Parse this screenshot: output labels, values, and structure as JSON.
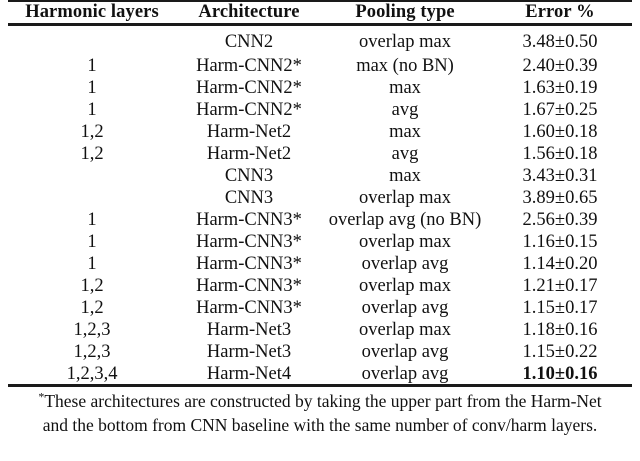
{
  "table": {
    "columns": [
      "Harmonic layers",
      "Architecture",
      "Pooling type",
      "Error %"
    ],
    "rows": [
      {
        "layers": "",
        "architecture": "CNN2",
        "pooling": "overlap max",
        "error": "3.48±0.50",
        "best": false
      },
      {
        "layers": "1",
        "architecture": "Harm-CNN2*",
        "pooling": "max (no BN)",
        "error": "2.40±0.39",
        "best": false
      },
      {
        "layers": "1",
        "architecture": "Harm-CNN2*",
        "pooling": "max",
        "error": "1.63±0.19",
        "best": false
      },
      {
        "layers": "1",
        "architecture": "Harm-CNN2*",
        "pooling": "avg",
        "error": "1.67±0.25",
        "best": false
      },
      {
        "layers": "1,2",
        "architecture": "Harm-Net2",
        "pooling": "max",
        "error": "1.60±0.18",
        "best": false
      },
      {
        "layers": "1,2",
        "architecture": "Harm-Net2",
        "pooling": "avg",
        "error": "1.56±0.18",
        "best": false
      },
      {
        "layers": "",
        "architecture": "CNN3",
        "pooling": "max",
        "error": "3.43±0.31",
        "best": false
      },
      {
        "layers": "",
        "architecture": "CNN3",
        "pooling": "overlap max",
        "error": "3.89±0.65",
        "best": false
      },
      {
        "layers": "1",
        "architecture": "Harm-CNN3*",
        "pooling": "overlap avg (no BN)",
        "error": "2.56±0.39",
        "best": false
      },
      {
        "layers": "1",
        "architecture": "Harm-CNN3*",
        "pooling": "overlap max",
        "error": "1.16±0.15",
        "best": false
      },
      {
        "layers": "1",
        "architecture": "Harm-CNN3*",
        "pooling": "overlap avg",
        "error": "1.14±0.20",
        "best": false
      },
      {
        "layers": "1,2",
        "architecture": "Harm-CNN3*",
        "pooling": "overlap max",
        "error": "1.21±0.17",
        "best": false
      },
      {
        "layers": "1,2",
        "architecture": "Harm-CNN3*",
        "pooling": "overlap avg",
        "error": "1.15±0.17",
        "best": false
      },
      {
        "layers": "1,2,3",
        "architecture": "Harm-Net3",
        "pooling": "overlap max",
        "error": "1.18±0.16",
        "best": false
      },
      {
        "layers": "1,2,3",
        "architecture": "Harm-Net3",
        "pooling": "overlap avg",
        "error": "1.15±0.22",
        "best": false
      },
      {
        "layers": "1,2,3,4",
        "architecture": "Harm-Net4",
        "pooling": "overlap avg",
        "error": "1.10±0.16",
        "best": true
      }
    ]
  },
  "footnote": {
    "marker": "*",
    "text": "These architectures are constructed by taking the upper part from the Harm-Net and the bottom from CNN baseline with the same number of conv/harm layers."
  }
}
